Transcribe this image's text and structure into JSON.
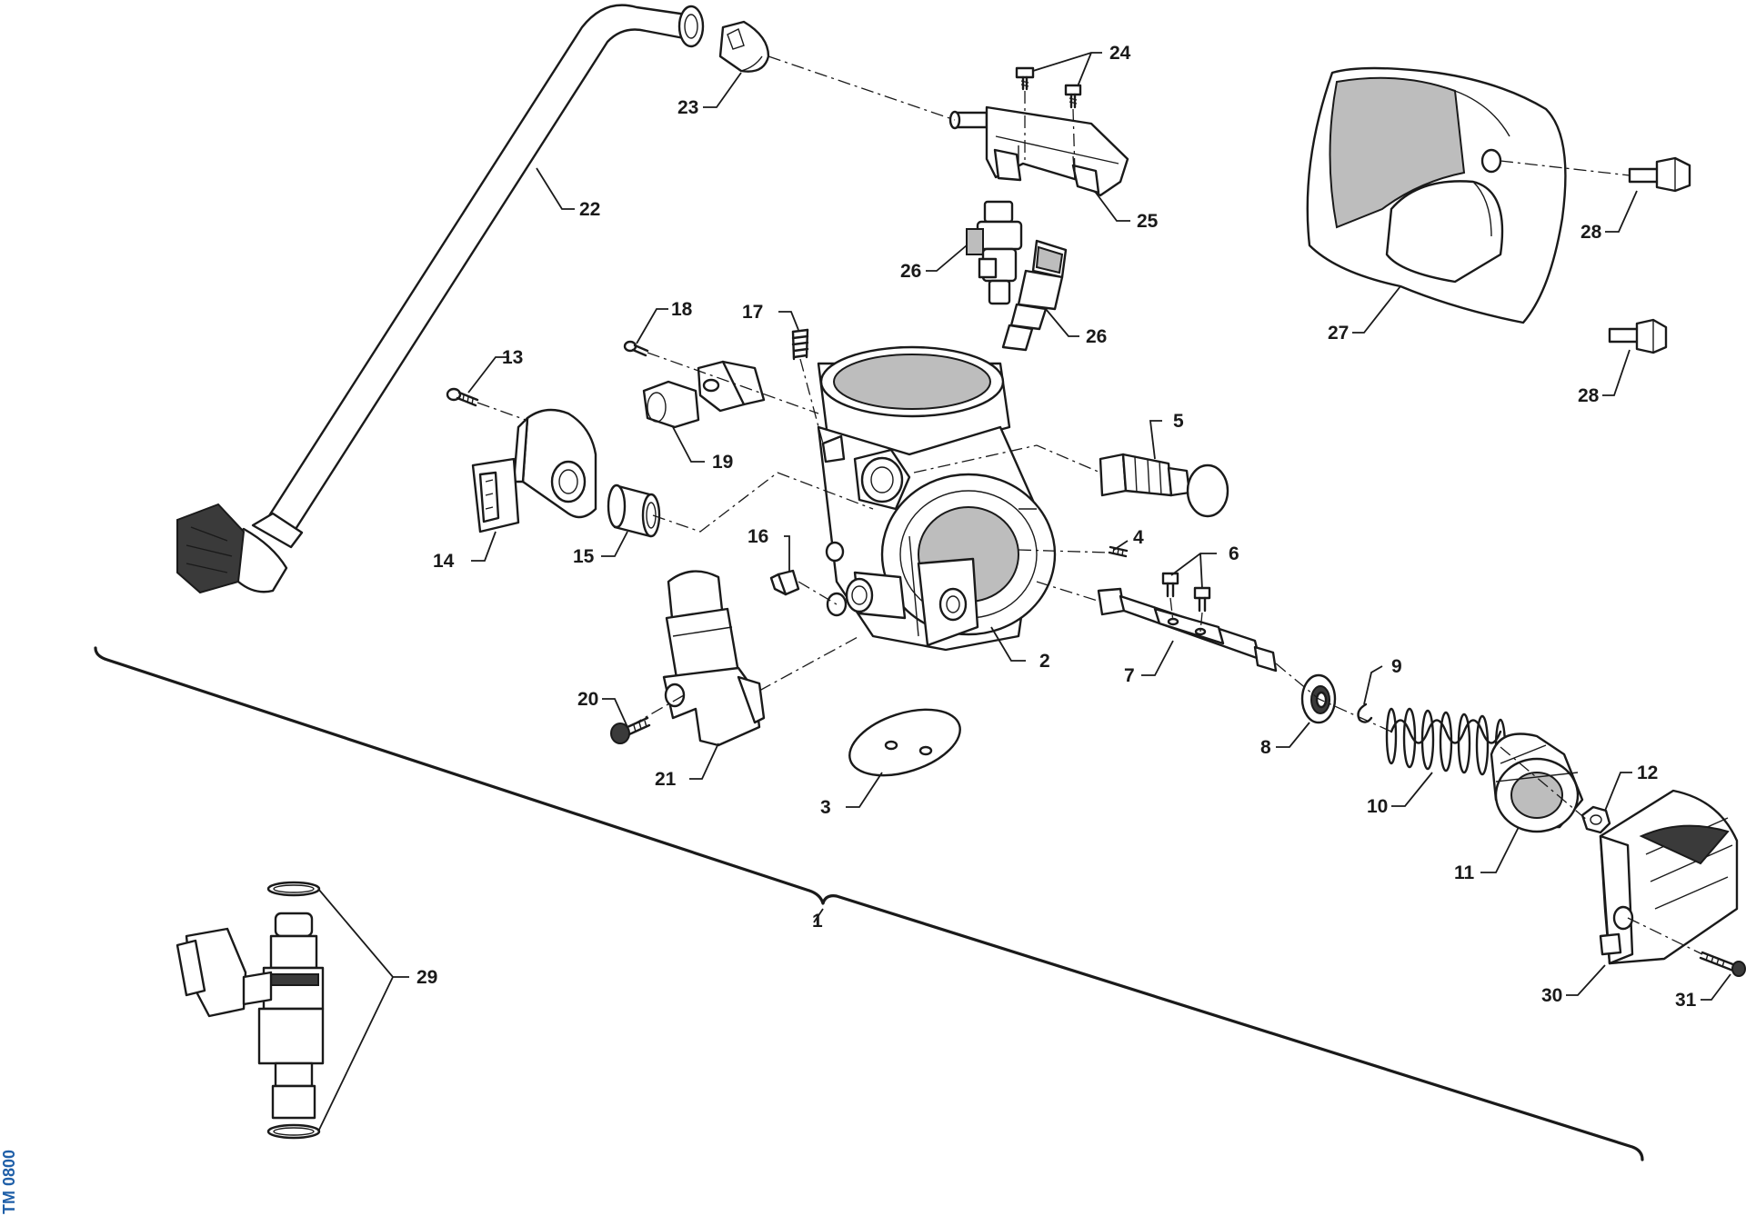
{
  "diagram": {
    "reference_code": "TM 0800",
    "callouts": {
      "c1": "1",
      "c2": "2",
      "c3": "3",
      "c4": "4",
      "c5": "5",
      "c6": "6",
      "c7": "7",
      "c8": "8",
      "c9": "9",
      "c10": "10",
      "c11": "11",
      "c12": "12",
      "c13": "13",
      "c14": "14",
      "c15": "15",
      "c16": "16",
      "c17": "17",
      "c18": "18",
      "c19": "19",
      "c20": "20",
      "c21": "21",
      "c22": "22",
      "c23": "23",
      "c24": "24",
      "c25": "25",
      "c26a": "26",
      "c26b": "26",
      "c27": "27",
      "c28a": "28",
      "c28b": "28",
      "c29": "29",
      "c30": "30",
      "c31": "31"
    }
  }
}
